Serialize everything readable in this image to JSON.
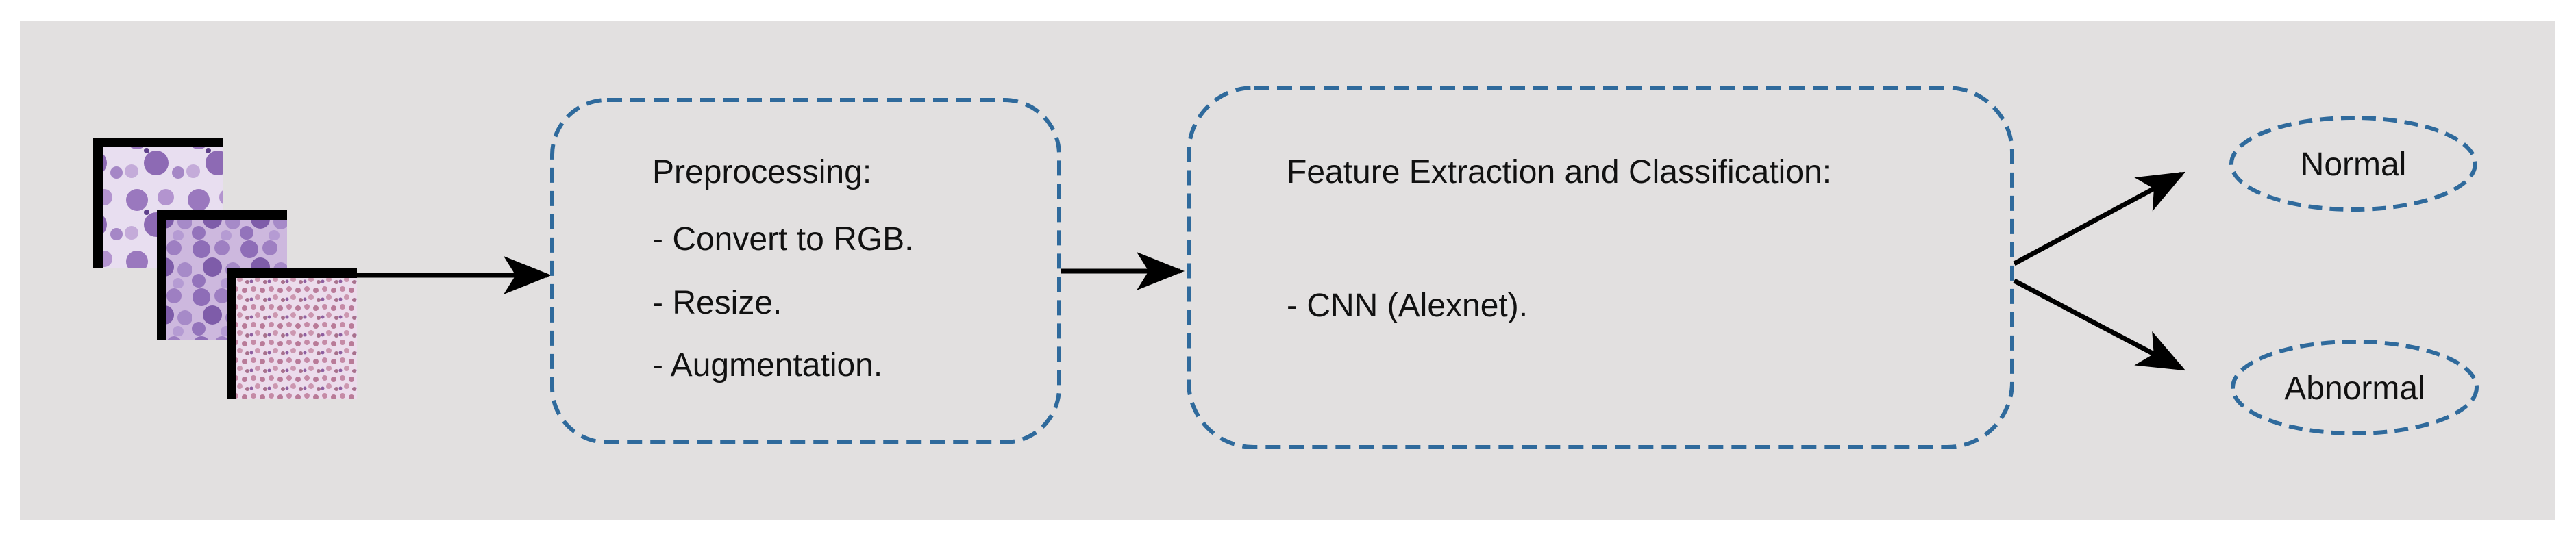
{
  "colors": {
    "panel_background": "#e2e0e0",
    "dashed_border": "#2f6a9c",
    "arrow": "#000000",
    "text": "#111111",
    "image_frame": "#000000",
    "slide_purple": "#9a7bbd",
    "slide_background": "#e6dcee"
  },
  "input": {
    "images": [
      {
        "name": "microscopy-image-1",
        "icon": "blood-smear-large-cells"
      },
      {
        "name": "microscopy-image-2",
        "icon": "blood-smear-dense-cells"
      },
      {
        "name": "microscopy-image-3",
        "icon": "blood-smear-small-cells"
      }
    ]
  },
  "preprocessing": {
    "title": "Preprocessing:",
    "steps": [
      "- Convert to RGB.",
      "- Resize.",
      "- Augmentation."
    ]
  },
  "feature_extraction": {
    "title": "Feature Extraction and Classification:",
    "method": "- CNN (Alexnet)."
  },
  "outputs": {
    "normal": "Normal",
    "abnormal": "Abnormal"
  }
}
